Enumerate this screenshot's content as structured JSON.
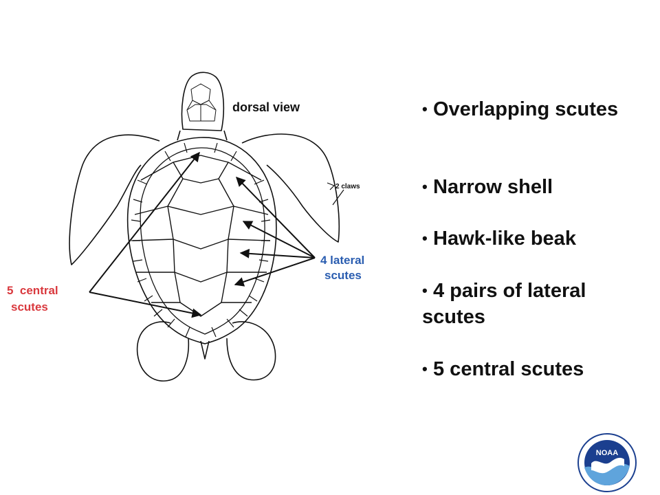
{
  "diagram": {
    "view_label": "dorsal view",
    "claws_label": "2 claws",
    "lateral_label_line1": "4 lateral",
    "lateral_label_line2": "scutes",
    "central_label_line1": "5  central",
    "central_label_line2": "scutes",
    "colors": {
      "central": "#d9393e",
      "lateral": "#2a5db0",
      "line": "#111111"
    }
  },
  "bullets": [
    "Overlapping scutes",
    "Narrow shell",
    "Hawk-like beak",
    "4 pairs of lateral scutes",
    "5 central scutes"
  ],
  "logo": {
    "text": "NOAA",
    "colors": {
      "ring": "#1b3f8f",
      "wave": "#5fa4dc"
    }
  }
}
